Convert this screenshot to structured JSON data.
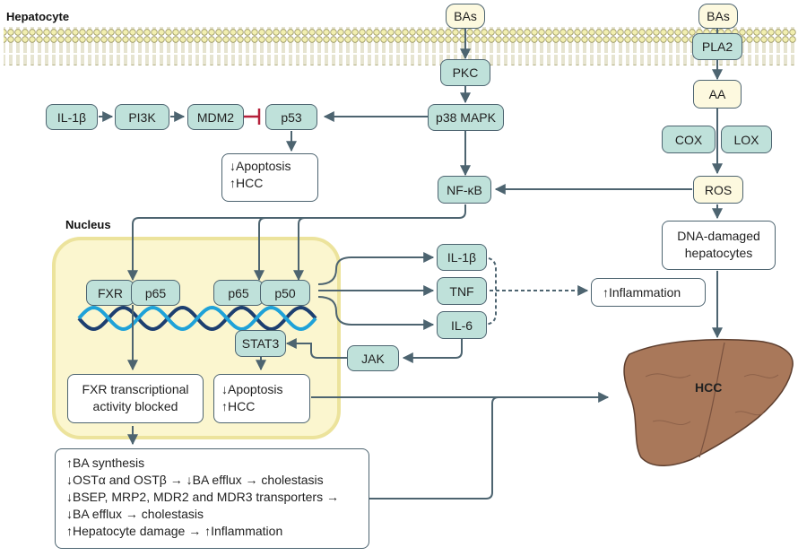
{
  "labels": {
    "hepatocyte": "Hepatocyte",
    "nucleus": "Nucleus",
    "hcc_organ": "HCC"
  },
  "nodes": {
    "bas_left": "BAs",
    "bas_right": "BAs",
    "pla2": "PLA2",
    "pkc": "PKC",
    "aa": "AA",
    "il1b_top": "IL-1β",
    "pi3k": "PI3K",
    "mdm2": "MDM2",
    "p53": "p53",
    "p38": "p38 MAPK",
    "cox": "COX",
    "lox": "LOX",
    "nfkb": "NF-κB",
    "ros": "ROS",
    "fxr": "FXR",
    "p65_a": "p65",
    "p65_b": "p65",
    "p50": "p50",
    "stat3": "STAT3",
    "il1b_out": "IL-1β",
    "tnf": "TNF",
    "il6": "IL-6",
    "jak": "JAK"
  },
  "boxes": {
    "apoptosis_top": [
      "↓Apoptosis",
      "↑HCC"
    ],
    "dna_damaged": [
      "DNA-damaged",
      "hepatocytes"
    ],
    "inflammation": "↑Inflammation",
    "fxr_blocked": [
      "FXR transcriptional",
      "activity blocked"
    ],
    "apoptosis_nucleus": [
      "↓Apoptosis",
      "↑HCC"
    ],
    "outcomes": [
      "↑BA synthesis",
      "↓OSTα and OSTβ → ↓BA efflux → cholestasis",
      "↓BSEP, MRP2, MDR2 and MDR3 transporters →",
      "↓BA efflux → cholestasis",
      "↑Hepatocyte damage → ↑Inflammation"
    ]
  },
  "colors": {
    "teal_node": "#bfe1da",
    "cream_node": "#fdf9df",
    "membrane": "#f2efb0",
    "nucleus_fill": "#fbf6cf",
    "arrow": "#4d6470",
    "inhibit": "#b5203a",
    "dna_dark": "#1d3f70",
    "dna_light": "#1fa2d8",
    "liver": "#a9785a"
  }
}
